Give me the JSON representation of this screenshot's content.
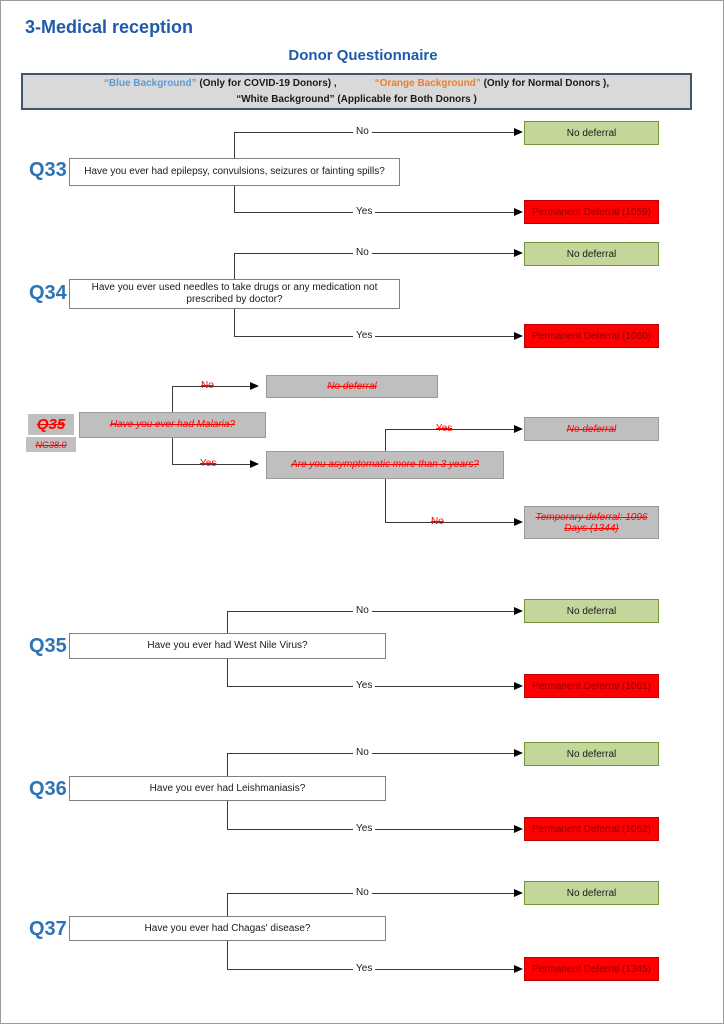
{
  "page": {
    "title": "3-Medical reception",
    "subtitle": "Donor Questionnaire"
  },
  "legend": {
    "blue_text": "“Blue Background”",
    "blue_suffix": " (Only for COVID-19 Donors) ,",
    "orange_text": "“Orange Background”",
    "orange_suffix": " (Only for Normal Donors ),",
    "line2": "“White Background” (Applicable for Both Donors )"
  },
  "branch_labels": {
    "no": "No",
    "yes": "Yes"
  },
  "sections": {
    "q33": {
      "label": "Q33",
      "question": "Have you ever had epilepsy, convulsions, seizures or fainting spills?",
      "no_result": "No deferral",
      "yes_result": "Permanent Deferral (1059)"
    },
    "q34": {
      "label": "Q34",
      "question": "Have you ever used needles to take drugs or any medication not prescribed by doctor?",
      "no_result": "No deferral",
      "yes_result": "Permanent Deferral (1060)"
    },
    "q35_deprecated": {
      "label": "Q35",
      "code": "NG38.0",
      "question": "Have you ever had Malaria?",
      "no_result": "No deferral",
      "followup_question": "Are you asymptomatic more than 3 years?",
      "followup_yes_result": "No deferral",
      "followup_no_result": "Temporary deferral: 1096 Days (1344)"
    },
    "q35": {
      "label": "Q35",
      "question": "Have you ever had West Nile Virus?",
      "no_result": "No deferral",
      "yes_result": "Permanent Deferral (1061)"
    },
    "q36": {
      "label": "Q36",
      "question": "Have you ever had Leishmaniasis?",
      "no_result": "No deferral",
      "yes_result": "Permanent Deferral (1062)"
    },
    "q37": {
      "label": "Q37",
      "question": "Have you ever had Chagas' disease?",
      "no_result": "No deferral",
      "yes_result": "Permanent Deferral (1345)"
    }
  },
  "colors": {
    "heading_blue": "#1F5BA9",
    "question_number_blue": "#2E74B5",
    "legend_blue": "#5B9BD5",
    "legend_orange": "#ED7D31",
    "legend_background": "#D9D9D9",
    "legend_border": "#44546A",
    "no_deferral_green": "#C4D79B",
    "no_deferral_green_border": "#77933C",
    "deferral_red": "#FF0000",
    "deferral_red_border": "#BE0000",
    "deferral_red_text": "#8B0000",
    "deprecated_gray": "#BFBFBF",
    "deprecated_text_red": "#FF0000"
  }
}
